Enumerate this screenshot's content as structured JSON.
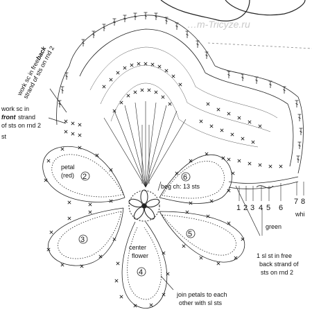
{
  "watermark": "…m-Tricyze.ru",
  "labels": {
    "back_strand_rnd2_a": "work sc in free",
    "back_strand_rnd2_b": "back",
    "back_strand_rnd2_c": "strand of sts on rnd 2",
    "front_strand_a": "work sc in",
    "front_strand_b": "front",
    "front_strand_c": "strand",
    "front_strand_d": "of sts on rnd 2",
    "st": "st",
    "petal": "petal",
    "red": "(red)",
    "beg_ch": "beg ch: 13 sts",
    "center": "center",
    "flower": "flower",
    "green": "green",
    "white": "whi",
    "sl_st_a": "1 sl st in free",
    "sl_st_b": "back strand of",
    "sl_st_c": "sts on rnd 2",
    "join_a": "join petals to each",
    "join_b": "other with sl sts"
  },
  "petal_numbers": [
    "2",
    "3",
    "4",
    "5",
    "6"
  ],
  "round_numbers": [
    "1",
    "2",
    "3",
    "4",
    "5",
    "6",
    "7",
    "8"
  ]
}
